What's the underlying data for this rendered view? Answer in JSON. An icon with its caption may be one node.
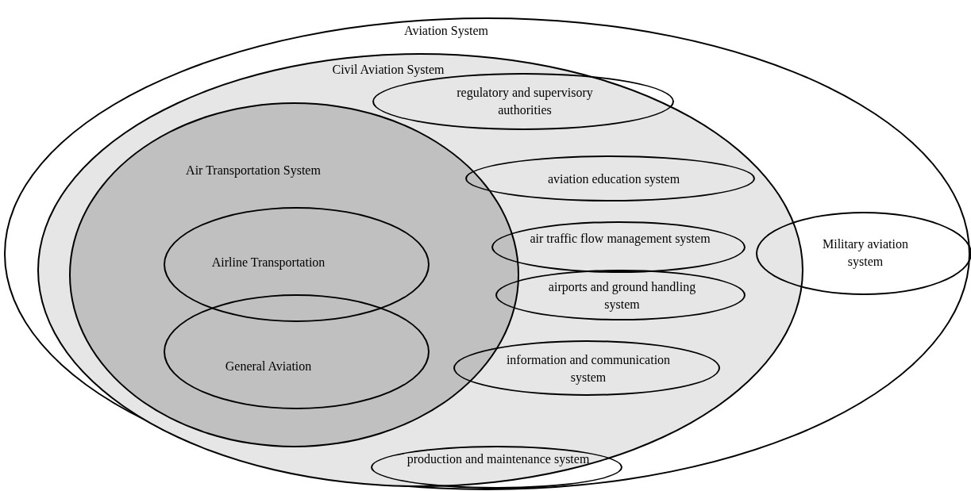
{
  "diagram": {
    "nodes": [
      {
        "text": [
          "Aviation System"
        ]
      },
      {
        "text": [
          "Civil Aviation System"
        ],
        "in": 0
      },
      {
        "text": [
          "Air Transportation System"
        ],
        "in": 1
      },
      {
        "text": [
          "Airline Transportation"
        ],
        "in": 2
      },
      {
        "text": [
          "General Aviation"
        ],
        "in": 2
      },
      {
        "text": [
          "regulatory and supervisory authorities"
        ],
        "in": 1
      },
      {
        "text": [
          "aviation education system"
        ],
        "in": 1
      },
      {
        "text": [
          "air traffic flow management system"
        ],
        "in": 1
      },
      {
        "text": [
          "airports and ground handling system"
        ],
        "in": 1
      },
      {
        "text": [
          "information and communication system"
        ],
        "in": 1
      },
      {
        "text": [
          "production and maintenance system"
        ],
        "in": 1
      },
      {
        "text": [
          "Military aviation system"
        ],
        "in": 0
      }
    ],
    "edges": []
  }
}
